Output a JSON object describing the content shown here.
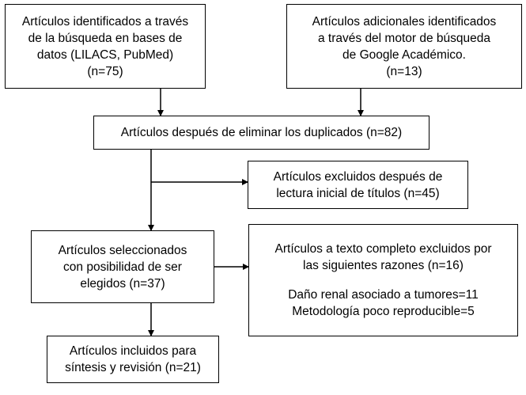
{
  "flowchart": {
    "db_search": {
      "lines": [
        "Artículos identificados a través",
        "de la búsqueda en bases de",
        "datos (LILACS, PubMed)",
        "(n=75)"
      ]
    },
    "google_search": {
      "lines": [
        "Artículos adicionales identificados",
        "a través del motor de búsqueda",
        "de Google Académico.",
        "(n=13)"
      ]
    },
    "after_duplicates": {
      "lines": [
        "Artículos después de eliminar los duplicados (n=82)"
      ]
    },
    "excluded_titles": {
      "lines": [
        "Artículos excluidos después de",
        "lectura inicial de títulos (n=45)"
      ]
    },
    "selected": {
      "lines": [
        "Artículos seleccionados",
        "con posibilidad de ser",
        "elegidos (n=37)"
      ]
    },
    "fulltext_excluded": {
      "lines": [
        "Artículos a texto completo excluidos por",
        "las siguientes razones (n=16)"
      ],
      "reasons": [
        "Daño renal asociado a tumores=11",
        "Metodología poco reproducible=5"
      ]
    },
    "included": {
      "lines": [
        "Artículos incluidos para",
        "síntesis y revisión (n=21)"
      ]
    }
  }
}
